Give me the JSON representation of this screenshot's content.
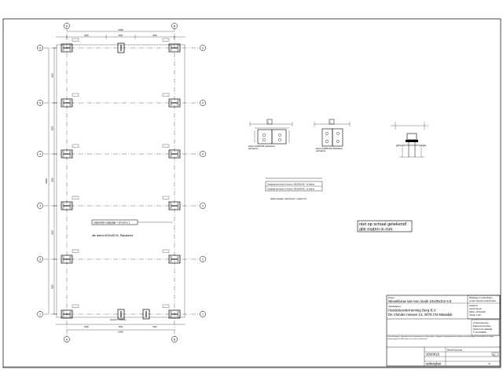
{
  "drawing": {
    "grid_letters": [
      "A",
      "B"
    ],
    "grid_numbers": [
      "6",
      "5",
      "4",
      "3",
      "2",
      "1"
    ],
    "top_overall_dim": "15000",
    "top_dims": [
      "5000",
      "5000",
      "5000"
    ],
    "bottom_dims": [
      "5000",
      "5000",
      "5000"
    ],
    "bottom_overall_dim": "15000",
    "left_overall_dim": "30000",
    "bay_dims": [
      "6000",
      "6000",
      "6000",
      "6000",
      "6000"
    ],
    "note_grout": "onderstort voetplaat = 20 mm c.t.",
    "note_anchors": "alle ankers M20x400-50, Rijskankers",
    "bottom_grid_label": "vloerpeil / fundering"
  },
  "details": {
    "detail1_caption": "ankers 2xM20x400, Rijskankers\npeilmaat 0u",
    "detail2_caption": "ankers 2xM20x400, Rijskankers\npeilmaat 0u",
    "legend_lines": [
      "Voetplaat aan kolom te leveren: M20x400-50 - 4x ankers",
      "Voetplaat aan kolom te leveren: M20x400-50 - 2x ankers"
    ],
    "legend_footer": "detail voetplaat / ankerbouten - schaal 1:10"
  },
  "annotation": {
    "line1": "niet op schaal getekend!",
    "line2": "alle maten in mm"
  },
  "titleblock": {
    "project_label": "Project:",
    "project": "Nieuwbouw van een loods 10x25x3.5-4.5",
    "client_label": "Opdrachtgever:",
    "client_name": "Handelsonderneming Berg B.V.",
    "client_address": "De Vlonder nieuwe 14, 2678 CN Maasdijk",
    "drawing_no": "2020015",
    "revision": "03",
    "drawing_type": "ankerplan",
    "sheet": "A1",
    "status": "Bestek/Uitvoering",
    "side_lines": [
      "Wijzigingen en aanvullingen",
      "op deze tekening voorbehouden.",
      "Getekend: ...",
      "Gecontroleerd: ...",
      "Datum: 19-03-2020",
      "Schaal: 1:100"
    ],
    "company_lines": [
      "Constructiebureau",
      "Engineering & Advies",
      "Postbus 123, Maasdijk",
      "T: 0174-000000"
    ],
    "disclaimer": "Deze tekening is eigendom van de ontwerper en mag zonder schriftelijke toestemming niet worden verveelvoudigd of aan derden ter inzage worden gegeven. Alle maten in het werk controleren."
  }
}
